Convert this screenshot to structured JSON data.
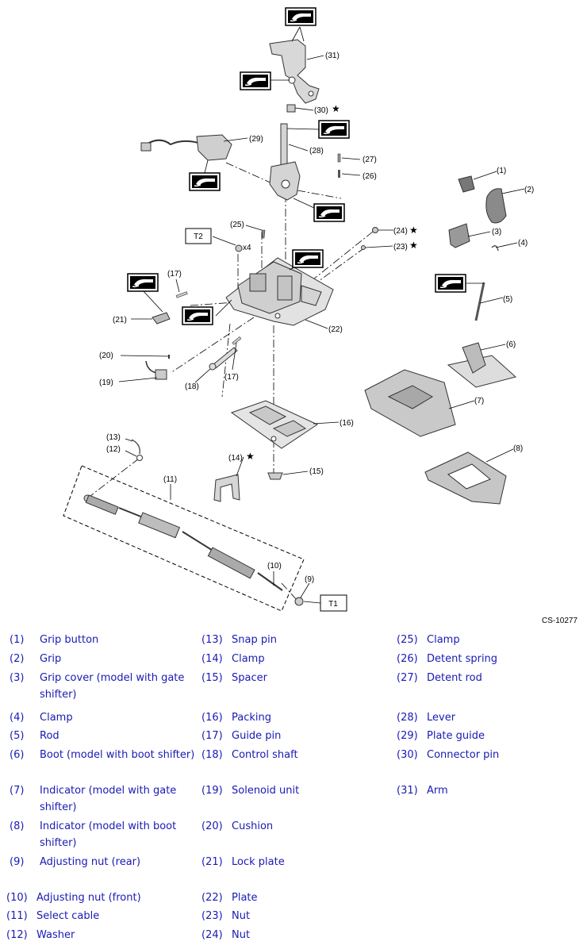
{
  "figure_id": "CS-10277",
  "callouts": {
    "c1": "(1)",
    "c2": "(2)",
    "c3": "(3)",
    "c4": "(4)",
    "c5": "(5)",
    "c6": "(6)",
    "c7": "(7)",
    "c8": "(8)",
    "c9": "(9)",
    "c10": "(10)",
    "c11": "(11)",
    "c12": "(12)",
    "c13": "(13)",
    "c14": "(14)",
    "c15": "(15)",
    "c16": "(16)",
    "c17a": "(17)",
    "c17b": "(17)",
    "c18": "(18)",
    "c19": "(19)",
    "c20": "(20)",
    "c21": "(21)",
    "c22": "(22)",
    "c23": "(23)",
    "c24": "(24)",
    "c25": "(25)",
    "c26": "(26)",
    "c27": "(27)",
    "c28": "(28)",
    "c29": "(29)",
    "c30": "(30)",
    "c31": "(31)"
  },
  "torque_labels": {
    "t1": "T1",
    "t2": "T2",
    "qty": "x4"
  },
  "legend": {
    "col1": [
      {
        "num": "(1)",
        "text": "Grip button"
      },
      {
        "num": "(2)",
        "text": "Grip"
      },
      {
        "num": "(3)",
        "text": "Grip cover (model with gate shifter)"
      },
      {
        "num": "(4)",
        "text": "Clamp"
      },
      {
        "num": "(5)",
        "text": "Rod"
      },
      {
        "num": "(6)",
        "text": "Boot (model with boot shifter)"
      },
      {
        "num": "(7)",
        "text": "Indicator (model with gate shifter)"
      },
      {
        "num": "(8)",
        "text": "Indicator (model with boot shifter)"
      },
      {
        "num": "(9)",
        "text": "Adjusting nut (rear)"
      },
      {
        "num": "(10)",
        "text": "Adjusting nut (front)"
      },
      {
        "num": "(11)",
        "text": "Select cable"
      },
      {
        "num": "(12)",
        "text": "Washer"
      }
    ],
    "col2": [
      {
        "num": "(13)",
        "text": "Snap pin"
      },
      {
        "num": "(14)",
        "text": "Clamp"
      },
      {
        "num": "(15)",
        "text": "Spacer"
      },
      {
        "num": "(16)",
        "text": "Packing"
      },
      {
        "num": "(17)",
        "text": "Guide pin"
      },
      {
        "num": "(18)",
        "text": "Control shaft"
      },
      {
        "num": "(19)",
        "text": "Solenoid unit"
      },
      {
        "num": "(20)",
        "text": "Cushion"
      },
      {
        "num": "(21)",
        "text": "Lock plate"
      },
      {
        "num": "(22)",
        "text": "Plate"
      },
      {
        "num": "(23)",
        "text": "Nut"
      },
      {
        "num": "(24)",
        "text": "Nut"
      }
    ],
    "col3": [
      {
        "num": "(25)",
        "text": "Clamp"
      },
      {
        "num": "(26)",
        "text": "Detent spring"
      },
      {
        "num": "(27)",
        "text": "Detent rod"
      },
      {
        "num": "(28)",
        "text": "Lever"
      },
      {
        "num": "(29)",
        "text": "Plate guide"
      },
      {
        "num": "(30)",
        "text": "Connector pin"
      },
      {
        "num": "(31)",
        "text": "Arm"
      }
    ]
  }
}
